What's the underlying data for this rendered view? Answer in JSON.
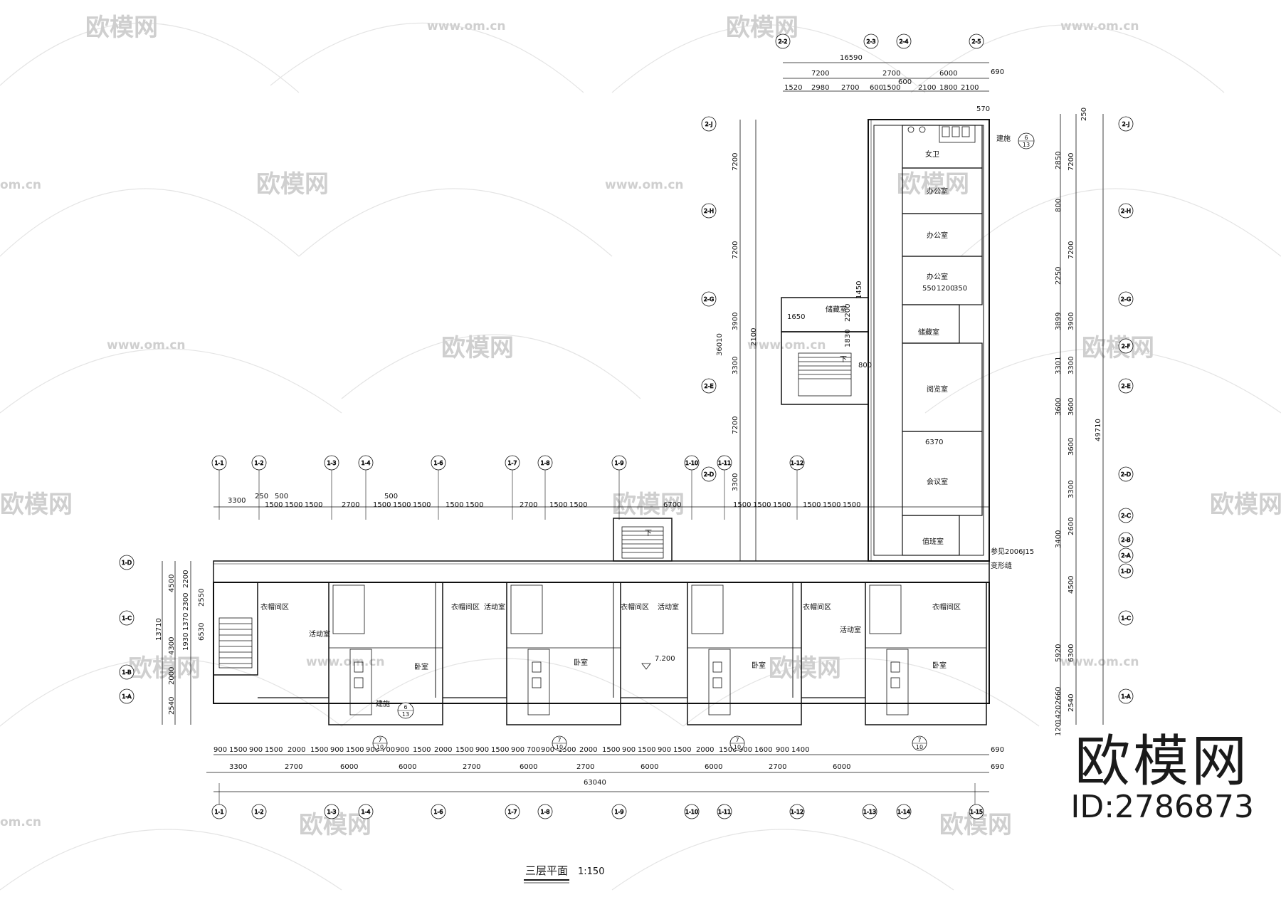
{
  "drawing": {
    "title": "三层平面",
    "scale": "1:150",
    "level": "7.200"
  },
  "brand": {
    "logo_text": "欧模网",
    "id_text": "ID:2786873"
  },
  "watermark": {
    "logo": "欧模网",
    "url": "www.om.cn",
    "url_short": "om.cn"
  },
  "annotations": {
    "atlas_ref": "参见2006J15",
    "atlas_sub": "变形缝",
    "detail_a": "建施",
    "detail_num_6": "6",
    "detail_sheet_13": "13",
    "detail_num_7": "7",
    "detail_sheet_10": "10",
    "stair_down": "下",
    "overall_width": "63040",
    "overall_depth": "49710",
    "wing_depth": "36010",
    "wing_width_total": "16590",
    "left_depth": "13710"
  },
  "rooms": {
    "bedroom": "卧室",
    "activity": "活动室",
    "cloakroom": "衣帽间区",
    "office": "办公室",
    "storage": "储藏室",
    "reading": "阅览室",
    "meeting": "会议室",
    "duty": "值班室",
    "toilet": "女卫"
  },
  "grid_top": [
    "1-1",
    "1-2",
    "1-3",
    "1-4",
    "1-6",
    "1-7",
    "1-8",
    "1-9",
    "1-10",
    "1-11",
    "1-12"
  ],
  "grid_bottom": [
    "1-1",
    "1-2",
    "1-3",
    "1-4",
    "1-6",
    "1-7",
    "1-8",
    "1-9",
    "1-10",
    "1-11",
    "1-12",
    "1-13",
    "1-14",
    "1-15"
  ],
  "grid_left": [
    "1-D",
    "1-C",
    "1-B",
    "1-A"
  ],
  "grid_wing_left": [
    "2-J",
    "2-H",
    "2-G",
    "2-E",
    "2-D"
  ],
  "grid_wing_right": [
    "2-J",
    "2-H",
    "2-G",
    "2-F",
    "2-E",
    "2-D",
    "2-C",
    "2-B",
    "2-A",
    "1-D",
    "1-C",
    "1-A"
  ],
  "grid_wing_top": [
    "2-2",
    "2-3",
    "2-4",
    "2-5"
  ],
  "dims": {
    "wing_top_row1": [
      "7200",
      "2700",
      "6000",
      "690"
    ],
    "wing_top_row2": [
      "1520",
      "2980",
      "2700",
      "600",
      "1500",
      "600",
      "2100",
      "1800",
      "2100"
    ],
    "bottom_row2": [
      "3300",
      "2700",
      "6000",
      "6000",
      "2700",
      "6000",
      "2700",
      "6000",
      "6000",
      "2700",
      "6000",
      "690"
    ],
    "bottom_row1": [
      "900",
      "1500",
      "900",
      "1500",
      "2000",
      "1500",
      "900",
      "1500",
      "900",
      "700",
      "900",
      "1500",
      "2000",
      "1500",
      "900",
      "1500",
      "900",
      "700",
      "900",
      "1500",
      "2000",
      "1500",
      "900",
      "1500",
      "900",
      "1500",
      "2000",
      "1500",
      "900",
      "1600",
      "900",
      "1400",
      "690"
    ],
    "top_row": [
      "3300",
      "250",
      "500",
      "1500",
      "1500",
      "1500",
      "2700",
      "500",
      "1500",
      "1500",
      "1500",
      "1500",
      "1500",
      "2700",
      "1500",
      "1500",
      "6700",
      "1500",
      "1500",
      "1500",
      "1500",
      "1500",
      "1500"
    ],
    "wing_left_major": [
      "7200",
      "7200",
      "3900",
      "3300",
      "7200",
      "3300"
    ],
    "wing_right_major": [
      "7200",
      "7200",
      "3900",
      "3300",
      "3600",
      "3600",
      "3300",
      "2600",
      "4500",
      "6300",
      "2540"
    ],
    "left_dims": [
      "4500",
      "2200",
      "2300",
      "2550",
      "1370",
      "6530",
      "4300",
      "1930",
      "2000",
      "2540"
    ],
    "misc": [
      "1650",
      "2200",
      "1830",
      "800",
      "1450",
      "550",
      "1200",
      "350",
      "6370",
      "570",
      "250",
      "120",
      "1420",
      "2660",
      "5920",
      "3400",
      "3899",
      "3301",
      "3600",
      "800",
      "2250",
      "2850",
      "2100"
    ]
  }
}
